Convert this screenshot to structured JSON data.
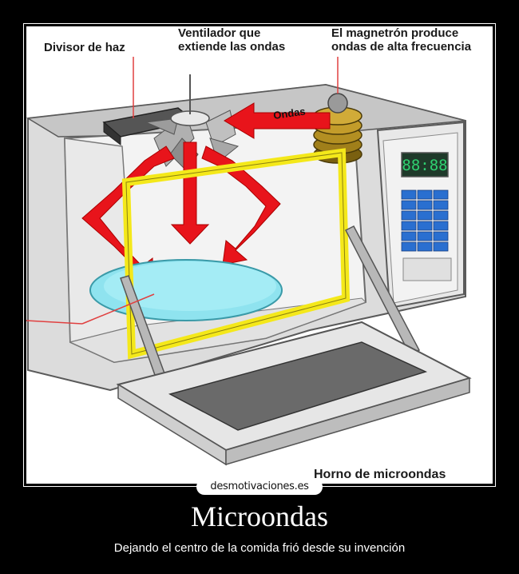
{
  "diagram": {
    "labels": {
      "beam_splitter": "Divisor de haz",
      "fan_line1": "Ventilador que",
      "fan_line2": "extiende las ondas",
      "magnetron_line1": "El magnetrón produce",
      "magnetron_line2": "ondas de alta frecuencia",
      "waves": "Ondas",
      "oven_caption": "Horno de microondas"
    },
    "display_readout": "88:88",
    "colors": {
      "arrows": "#e8141b",
      "door_frame": "#f4e81a",
      "plate": "#8fe3ef",
      "coil": "#a07f1a",
      "keypad": "#2a6fd0",
      "display": "#2fd070"
    }
  },
  "site_badge": "desmotivaciones.es",
  "poster": {
    "title": "Microondas",
    "subtitle": "Dejando el centro de la comida frió desde su invención"
  }
}
